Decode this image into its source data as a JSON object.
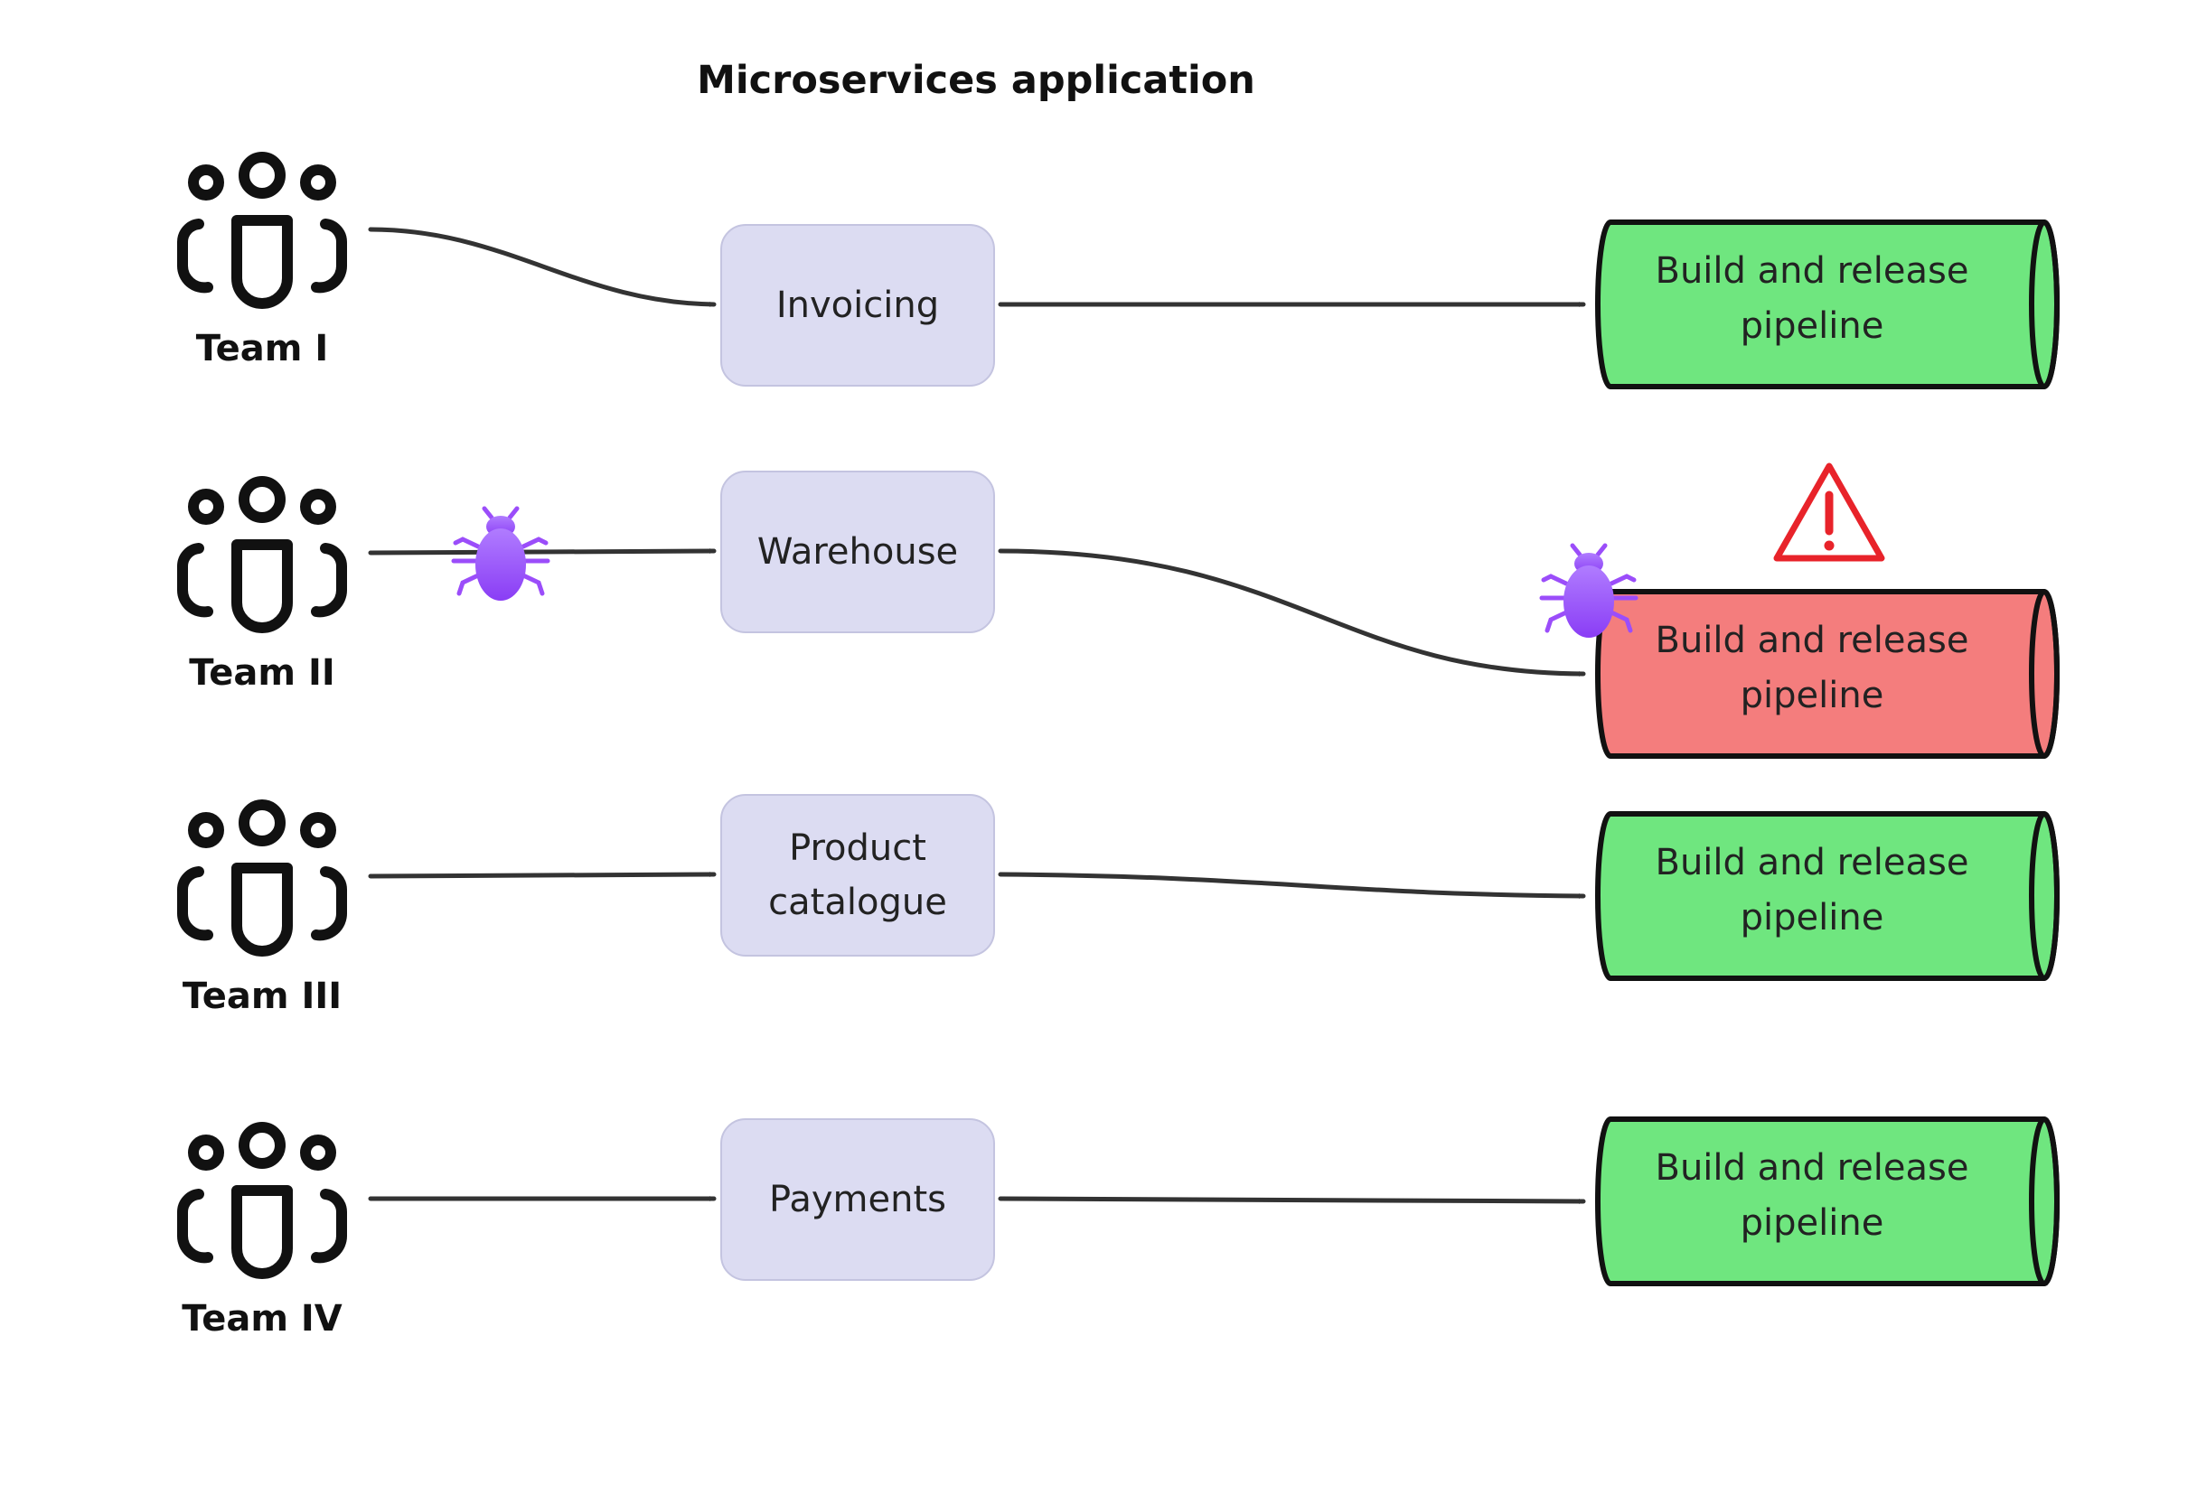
{
  "diagram": {
    "title": "Microservices application",
    "teams": [
      {
        "label": "Team I",
        "icon": "team-icon"
      },
      {
        "label": "Team II",
        "icon": "team-icon"
      },
      {
        "label": "Team III",
        "icon": "team-icon"
      },
      {
        "label": "Team IV",
        "icon": "team-icon"
      }
    ],
    "services": [
      {
        "label": "Invoicing"
      },
      {
        "label": "Warehouse"
      },
      {
        "label": "Product catalogue"
      },
      {
        "label": "Payments"
      }
    ],
    "pipelines": [
      {
        "label": "Build and release pipeline",
        "status": "ok",
        "color": "#6fe67f"
      },
      {
        "label": "Build and release pipeline",
        "status": "failed",
        "color": "#f47d7d"
      },
      {
        "label": "Build and release pipeline",
        "status": "ok",
        "color": "#6fe67f"
      },
      {
        "label": "Build and release pipeline",
        "status": "ok",
        "color": "#6fe67f"
      }
    ],
    "markers": {
      "bug_icon": "bug-icon",
      "bug_color": "#9b4dfa",
      "warning_icon": "warning-icon",
      "warning_color": "#e8232a"
    },
    "colors": {
      "service_fill": "#dcdcf2",
      "service_border": "#c4c4e0",
      "line": "#333333"
    }
  }
}
